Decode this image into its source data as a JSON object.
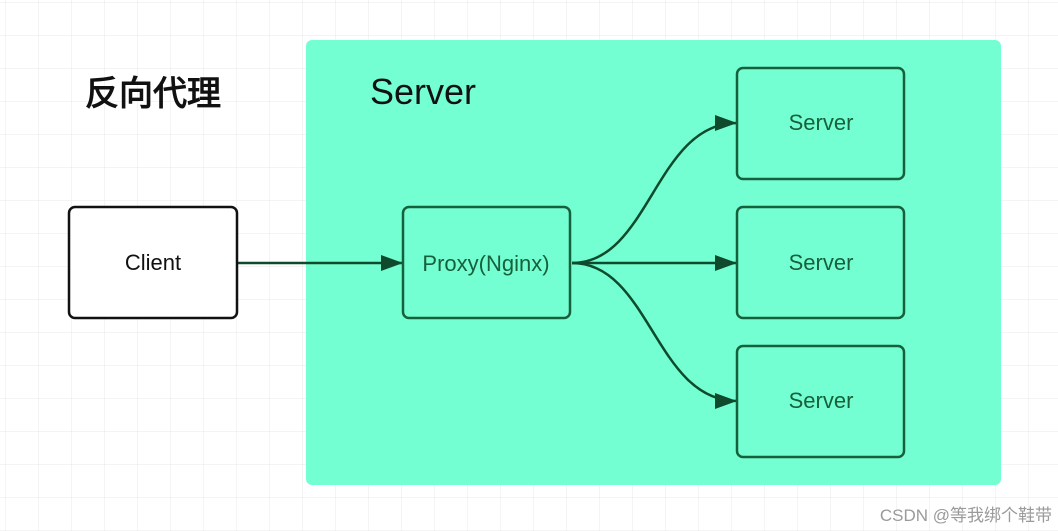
{
  "title": "反向代理",
  "group": {
    "label": "Server"
  },
  "nodes": {
    "client": "Client",
    "proxy": "Proxy(Nginx)",
    "servers": [
      "Server",
      "Server",
      "Server"
    ]
  },
  "watermark": "CSDN @等我绑个鞋带",
  "colors": {
    "background": "#ffffff",
    "grid": "#e8e8e8",
    "group_fill": "#74ffd3",
    "client_fill": "#ffffff",
    "client_stroke": "#111111",
    "node_stroke": "#17603c",
    "node_text": "#17603c",
    "edge": "#0f4a2c"
  }
}
